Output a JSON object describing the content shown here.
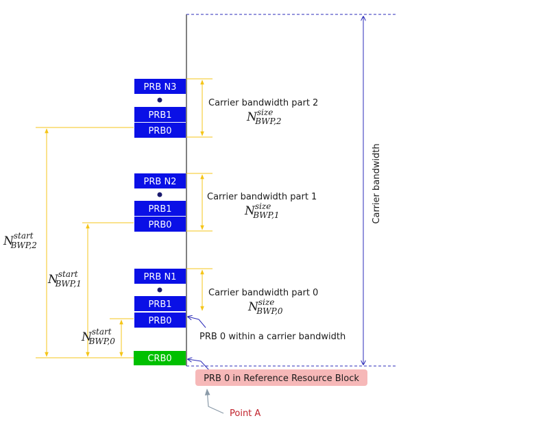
{
  "prb_groups": [
    {
      "top_label": "PRB N3",
      "mid_label": "PRB1",
      "bottom_label": "PRB0",
      "part_label": "Carrier bandwidth part 2",
      "size_symbol": "N",
      "size_sup": "size",
      "size_sub": "BWP,2"
    },
    {
      "top_label": "PRB N2",
      "mid_label": "PRB1",
      "bottom_label": "PRB0",
      "part_label": "Carrier bandwidth part 1",
      "size_symbol": "N",
      "size_sup": "size",
      "size_sub": "BWP,1"
    },
    {
      "top_label": "PRB N1",
      "mid_label": "PRB1",
      "bottom_label": "PRB0",
      "part_label": "Carrier bandwidth part 0",
      "size_symbol": "N",
      "size_sup": "size",
      "size_sub": "BWP,0"
    }
  ],
  "start_labels": [
    {
      "symbol": "N",
      "sup": "start",
      "sub": "BWP,2"
    },
    {
      "symbol": "N",
      "sup": "start",
      "sub": "BWP,1"
    },
    {
      "symbol": "N",
      "sup": "start",
      "sub": "BWP,0"
    }
  ],
  "crb_label": "CRB0",
  "carrier_bandwidth_label": "Carrier bandwidth",
  "prb0_within_label": "PRB 0 within a carrier bandwidth",
  "reference_label": "PRB 0 in Reference Resource Block",
  "point_a_label": "Point A",
  "colors": {
    "prb_fill": "#0a10e6",
    "crb_fill": "#00c000",
    "yellow": "#f5c518",
    "blue_line": "#2a2ab8",
    "dot": "#1a1a6e",
    "ref_fill": "#f6b8b8",
    "point_a_text": "#c0202a",
    "gray_arrow": "#8a9aa8"
  }
}
